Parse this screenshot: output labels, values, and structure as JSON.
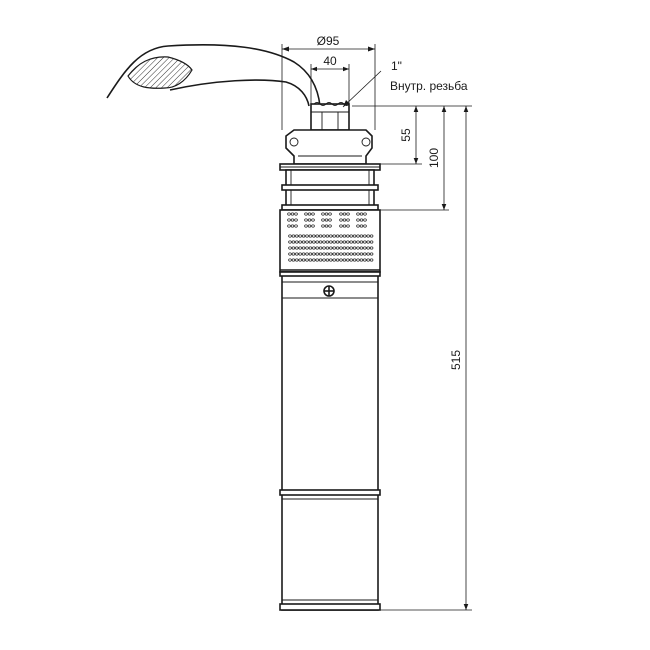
{
  "labels": {
    "diameter_outer": "Ø95",
    "diameter_inner": "40",
    "thread_size": "1\"",
    "thread_type": "Внутр. резьба",
    "height_head": "55",
    "height_top": "100",
    "height_total": "515"
  },
  "colors": {
    "line": "#1a1a1a",
    "cable_hatch": "#1a1a1a",
    "background": "#ffffff"
  }
}
